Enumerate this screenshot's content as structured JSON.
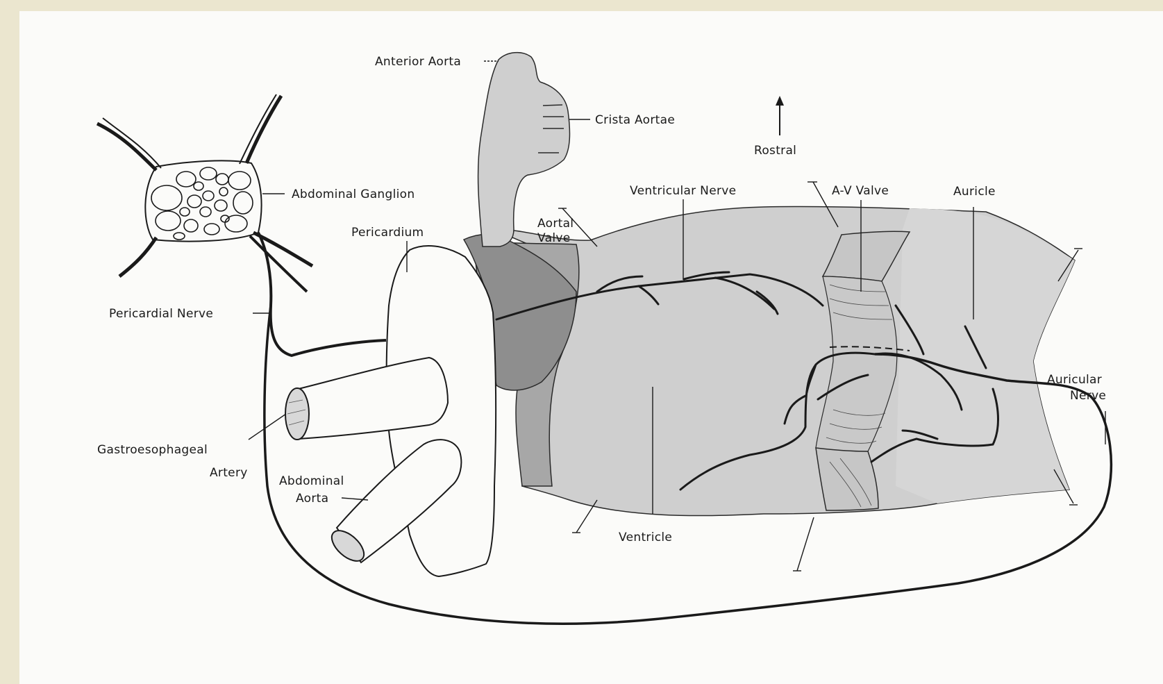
{
  "colors": {
    "page_background": "#ebe6cf",
    "figure_background": "#fbfbf9",
    "tissue_fill": "#cfcfcf",
    "dark_tissue_fill": "#8e8e8e",
    "mid_tissue_fill": "#a7a7a7",
    "line": "#1a1a1a"
  },
  "labels": {
    "anterior_aorta": "Anterior Aorta",
    "crista_aortae": "Crista Aortae",
    "rostral": "Rostral",
    "abdominal_ganglion": "Abdominal Ganglion",
    "ventricular_nerve": "Ventricular Nerve",
    "av_valve": "A-V Valve",
    "auricle": "Auricle",
    "pericardium": "Pericardium",
    "aortal_valve_line1": "Aortal",
    "aortal_valve_line2": "Valve",
    "pericardial_nerve": "Pericardial Nerve",
    "auricular_nerve_line1": "Auricular",
    "auricular_nerve_line2": "Nerve",
    "gastroesophageal_artery_line1": "Gastroesophageal",
    "gastroesophageal_artery_line2": "Artery",
    "abdominal_aorta_line1": "Abdominal",
    "abdominal_aorta_line2": "Aorta",
    "ventricle": "Ventricle"
  },
  "icons": {
    "orientation": "arrow-up-icon"
  }
}
